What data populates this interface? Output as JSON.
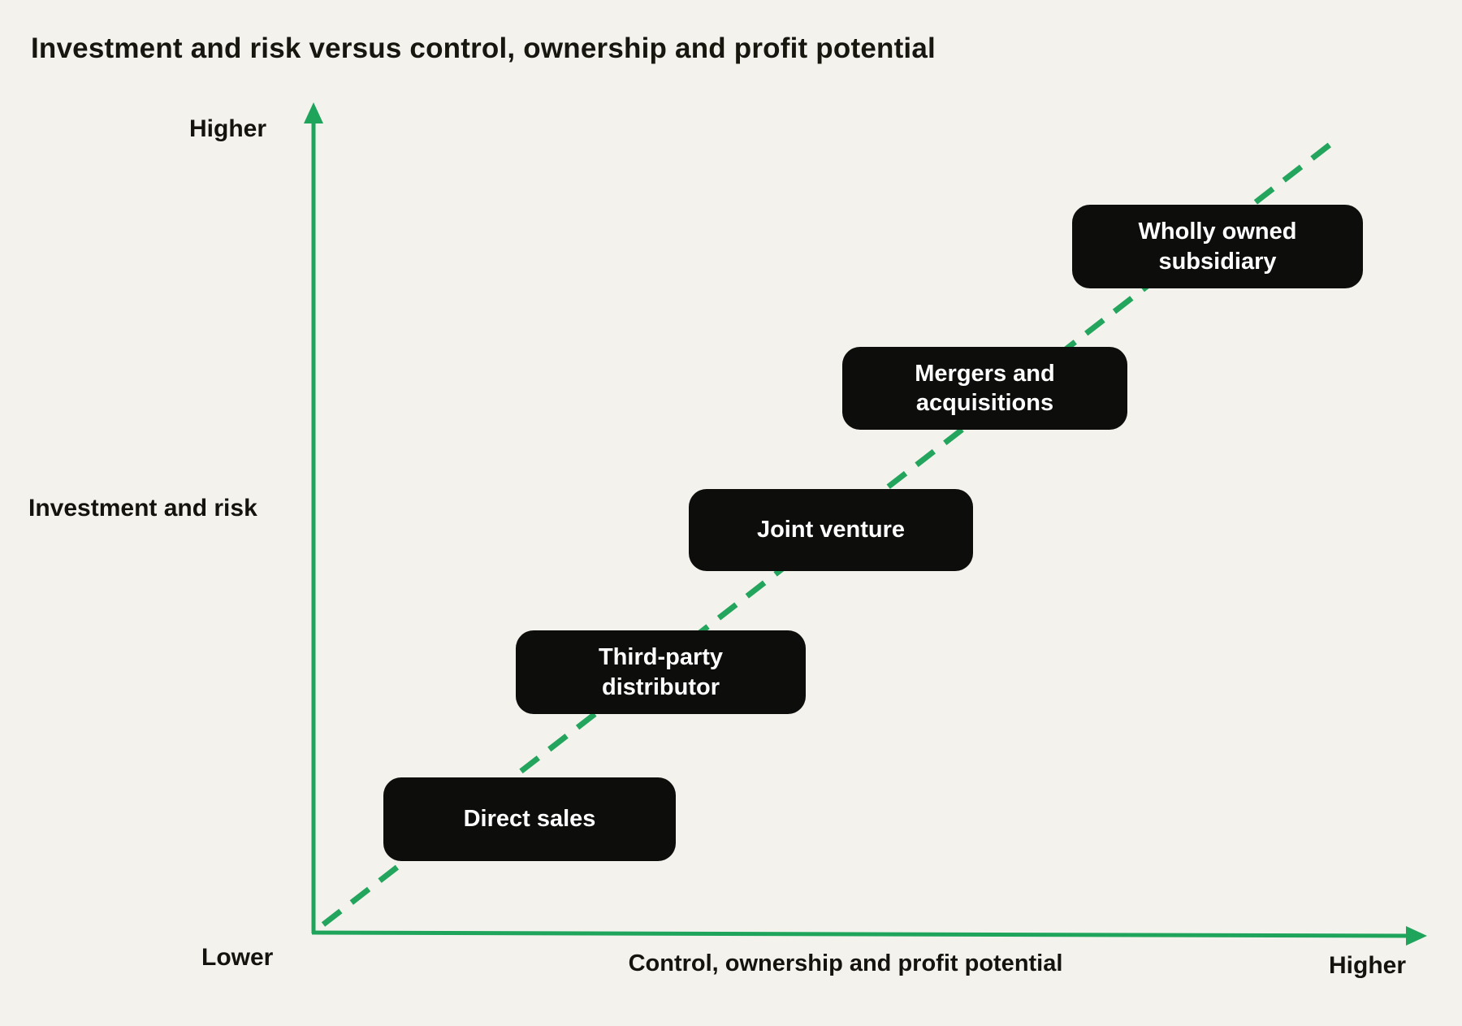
{
  "title": "Investment and risk versus control, ownership and profit potential",
  "y_axis": {
    "label": "Investment and risk",
    "top_label": "Higher",
    "bottom_label": "Lower"
  },
  "x_axis": {
    "label": "Control, ownership and profit potential",
    "right_label": "Higher"
  },
  "trend_line": {
    "style": "dashed",
    "direction": "ascending from origin (lower-left) to upper-right"
  },
  "nodes": [
    {
      "label": "Direct sales"
    },
    {
      "label": "Third-party distributor"
    },
    {
      "label": "Joint venture"
    },
    {
      "label": "Mergers and acquisitions"
    },
    {
      "label": "Wholly owned subsidiary"
    }
  ],
  "colors": {
    "background": "#f4f2ed",
    "axis_green": "#1ea55b",
    "dash_green": "#23a55d",
    "node_background": "#0d0d0c",
    "node_text": "#ffffff",
    "label_text": "#14130e"
  }
}
